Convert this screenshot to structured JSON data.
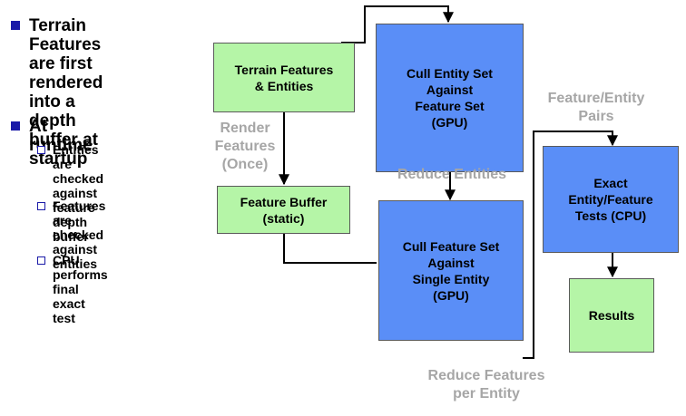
{
  "bullets": {
    "items": [
      {
        "lines": [
          "Terrain Features",
          "are first rendered",
          "into a depth",
          "buffer at startup"
        ]
      },
      {
        "lines": [
          "At runtime"
        ]
      }
    ],
    "sub_items": [
      {
        "lines": [
          "Entities are checked",
          "against feature",
          "depth buffer"
        ]
      },
      {
        "lines": [
          "Features are",
          "checked against",
          "entities"
        ]
      },
      {
        "lines": [
          "CPU performs final",
          "exact test"
        ]
      }
    ]
  },
  "diagram": {
    "boxes": {
      "terrain": [
        "Terrain Features",
        "& Entities"
      ],
      "feature_buffer": [
        "Feature Buffer",
        "(static)"
      ],
      "cull_entity": [
        "Cull Entity Set",
        "Against",
        "Feature Set",
        "(GPU)"
      ],
      "cull_feature": [
        "Cull Feature Set",
        "Against",
        "Single Entity",
        "(GPU)"
      ],
      "exact": [
        "Exact",
        "Entity/Feature",
        "Tests (CPU)"
      ],
      "results": [
        "Results"
      ]
    },
    "labels": {
      "render": [
        "Render",
        "Features",
        "(Once)"
      ],
      "reduce_entities": [
        "Reduce Entities"
      ],
      "pairs": [
        "Feature/Entity",
        "Pairs"
      ],
      "reduce_features": [
        "Reduce Features",
        "per Entity"
      ]
    },
    "colors": {
      "green_box": "#b5f5a7",
      "blue_box": "#5a8ef7",
      "label_gray": "#a6a6a6",
      "bullet_blue": "#1a1aa8"
    }
  }
}
